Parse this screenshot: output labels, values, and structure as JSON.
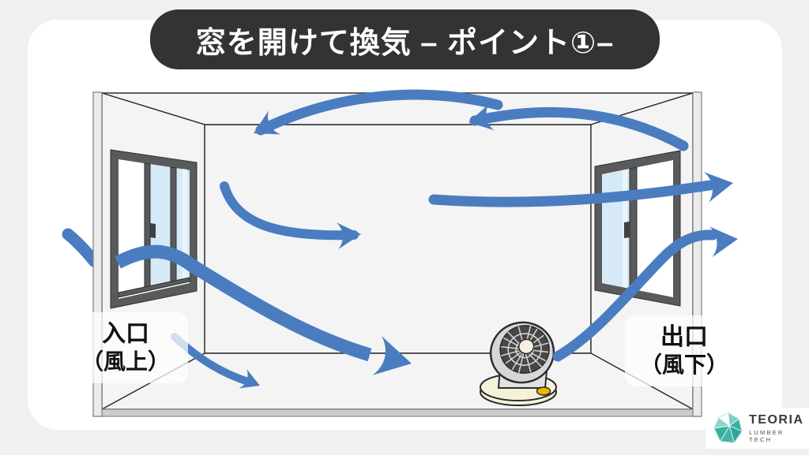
{
  "banner": {
    "title": "窓を開けて換気 – ポイント①–"
  },
  "labels": {
    "inlet": {
      "line1": "入口",
      "line2": "（風上）"
    },
    "outlet": {
      "line1": "出口",
      "line2": "（風下）"
    }
  },
  "logo": {
    "name": "TEORIA",
    "tagline": "LUMBER TECH"
  },
  "colors": {
    "background": "#f0f0f1",
    "card": "#ffffff",
    "arrow_blue": "#4a7dc0",
    "wall": "#f4f4f5",
    "window_glass": "#d6e9f7",
    "window_frame": "#595a5c",
    "line": "#2e2e2e",
    "fan_base": "#f6f2da",
    "fan_button": "#efb800",
    "banner_bg": "#333333",
    "banner_text": "#ffffff",
    "brand_teal": "#35b0a4"
  },
  "diagram": {
    "arrows": [
      "outside-air-entering-left-window",
      "air-sweeping-down-to-fan",
      "small-floor-draft-arrow",
      "mid-room-curl-arrow",
      "straight-crossflow-exiting-right-window",
      "ceiling-return-flow-left",
      "ceiling-return-flow-right",
      "fan-boosted-air-exiting-right-window"
    ]
  }
}
